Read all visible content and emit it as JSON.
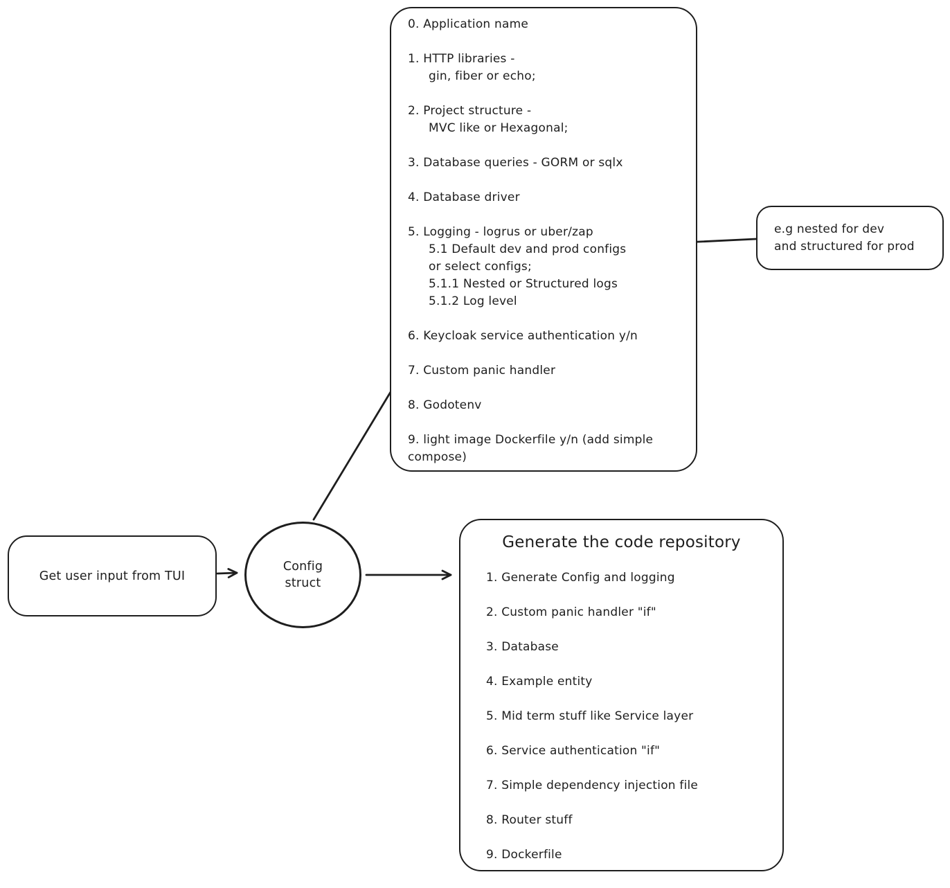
{
  "canvas": {
    "background": "#ffffff",
    "stroke_color": "#1e1e1e"
  },
  "config_options_box": {
    "lines": [
      "0. Application name",
      "1. HTTP libraries -",
      "gin, fiber or echo;",
      "2. Project structure -",
      "MVC like or Hexagonal;",
      "3. Database queries - GORM or sqlx",
      "4. Database driver",
      "5. Logging - logrus or uber/zap",
      "5.1 Default dev and prod configs",
      "or select configs;",
      "5.1.1 Nested or Structured logs",
      "5.1.2 Log level",
      "6. Keycloak service authentication y/n",
      "7. Custom panic handler",
      "8. Godotenv",
      "9. light image Dockerfile y/n (add simple compose)"
    ]
  },
  "note_box": {
    "lines": [
      "e.g nested for dev",
      "and structured for prod"
    ]
  },
  "input_box": {
    "label": "Get user input from TUI"
  },
  "config_struct_node": {
    "lines": [
      "Config",
      "struct"
    ]
  },
  "generate_box": {
    "title": "Generate the code repository",
    "items": [
      "1. Generate Config and logging",
      "2. Custom panic handler \"if\"",
      "3. Database",
      "4. Example entity",
      "5. Mid term stuff like Service layer",
      "6. Service authentication \"if\"",
      "7. Simple dependency injection file",
      "8. Router stuff",
      "9. Dockerfile"
    ]
  }
}
